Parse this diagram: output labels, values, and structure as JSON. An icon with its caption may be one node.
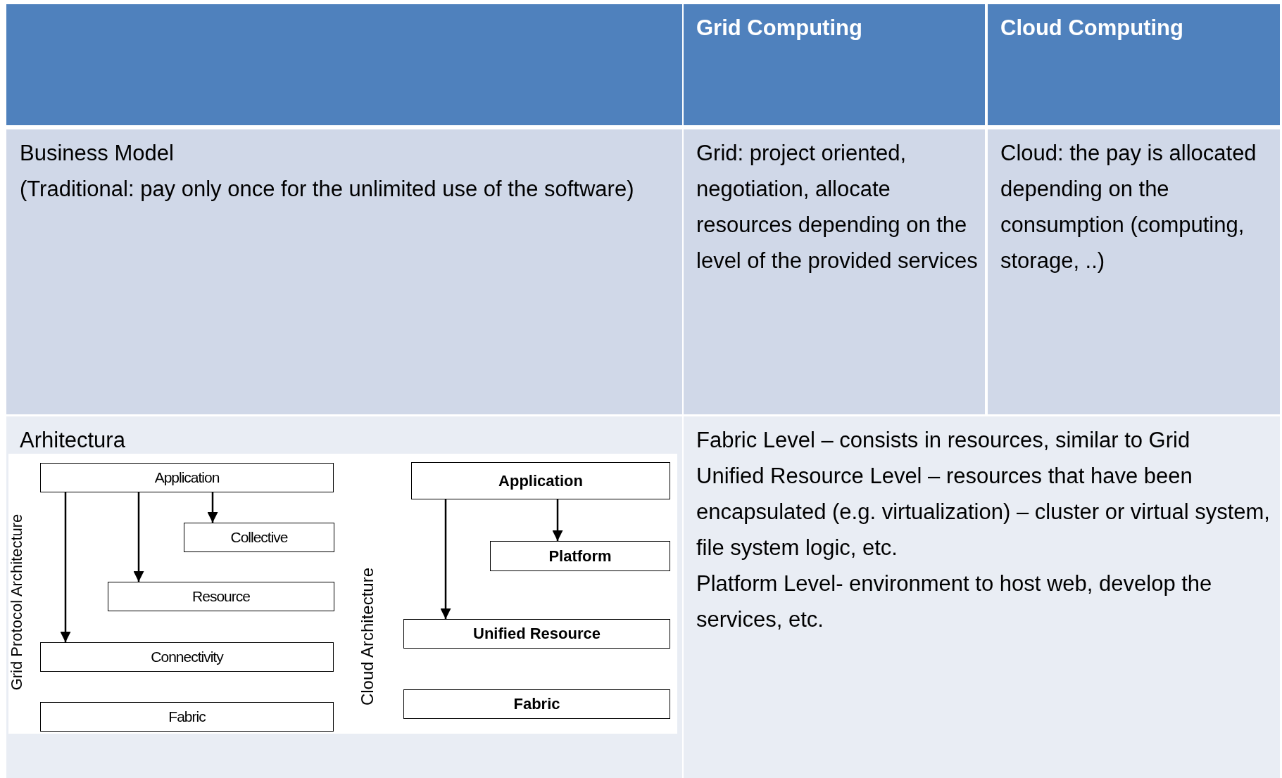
{
  "diagram": {
    "nodes": [
      {
        "text": [
          "Application"
        ]
      },
      {
        "text": [
          "Collective"
        ]
      },
      {
        "text": [
          "Resource"
        ]
      },
      {
        "text": [
          "Connectivity"
        ]
      },
      {
        "text": [
          "Fabric"
        ]
      },
      {
        "text": [
          "Application"
        ]
      },
      {
        "text": [
          "Platform"
        ]
      },
      {
        "text": [
          "Unified Resource"
        ]
      },
      {
        "text": [
          "Fabric"
        ]
      }
    ],
    "edges": [
      {
        "from": 0,
        "to": 3,
        "arrow": "to"
      },
      {
        "from": 0,
        "to": 2,
        "arrow": "to"
      },
      {
        "from": 0,
        "to": 1,
        "arrow": "to"
      },
      {
        "from": 5,
        "to": 6,
        "arrow": "to"
      },
      {
        "from": 5,
        "to": 7,
        "arrow": "to"
      }
    ],
    "labels": [
      "Grid Computing",
      "Cloud Computing",
      "Business Model",
      "(Traditional: pay only once for the unlimited use of the software)",
      "Grid: project oriented, negotiation, allocate resources depending on the level of the provided services",
      "Cloud: the pay is allocated depending on the consumption (computing, storage, ..)",
      "Arhitectura",
      "Grid Protocol Architecture",
      "Cloud Architecture",
      "Fabric Level – consists in resources, similar to Grid",
      "Unified Resource Level – resources that have been encapsulated  (e.g. virtualization) – cluster or virtual system, file system logic, etc.",
      "Platform Level- environment to host web, develop the services, etc."
    ]
  }
}
